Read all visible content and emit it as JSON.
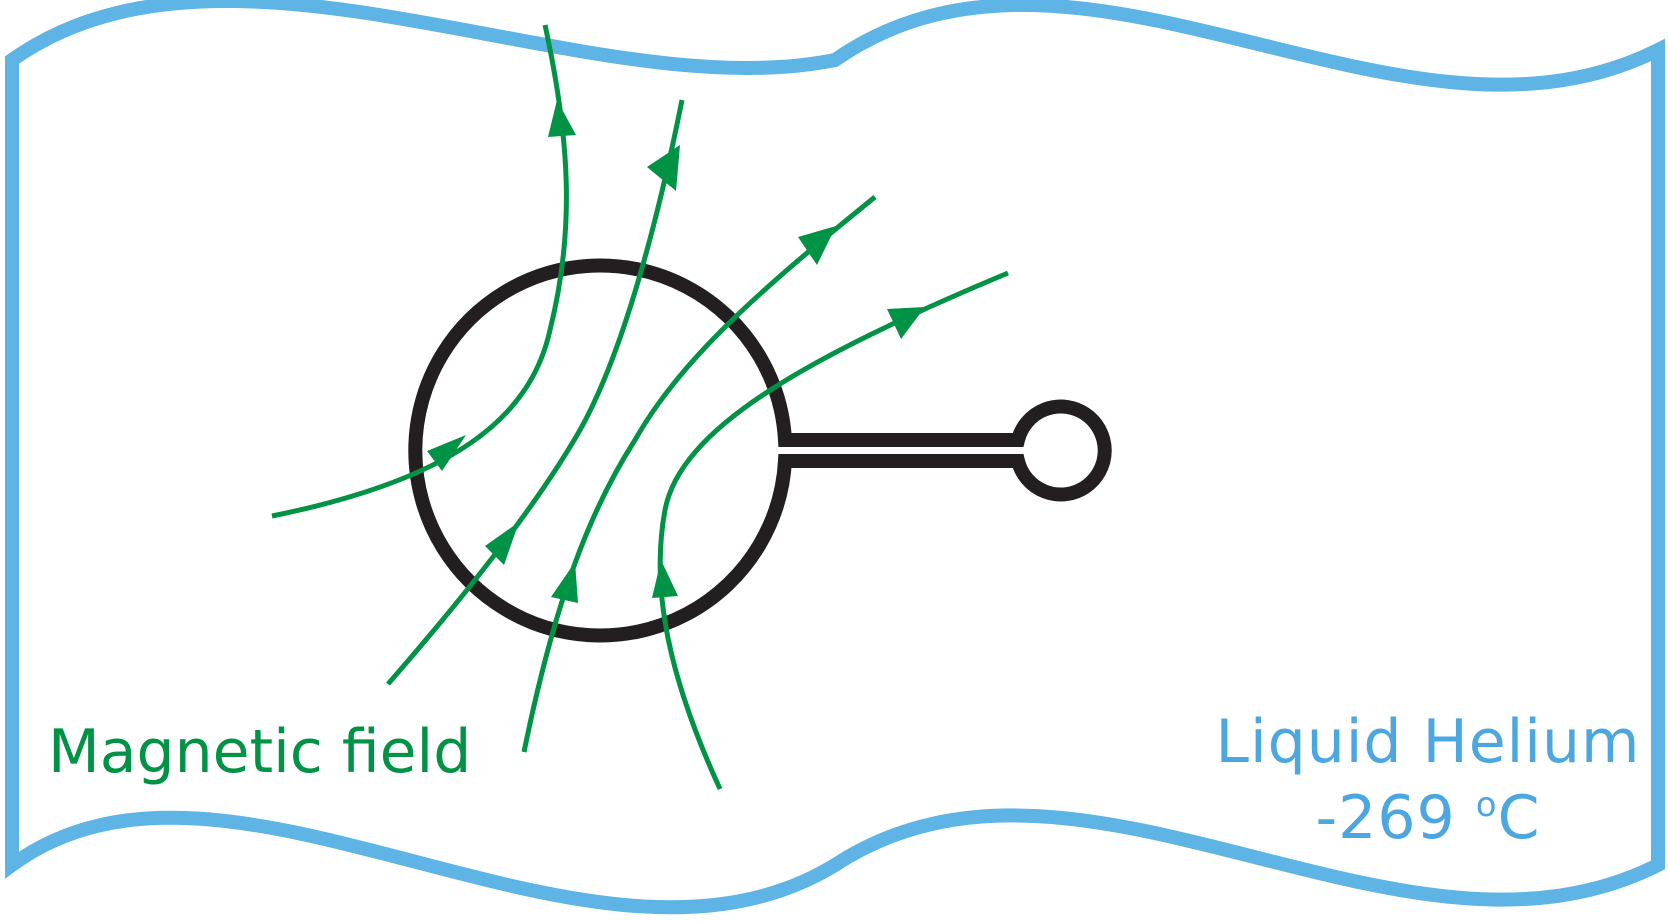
{
  "colors": {
    "container": "#5eb4e5",
    "field": "#009245",
    "squid": "#231f20",
    "helium_text": "#4ca6e0",
    "background": "#ffffff"
  },
  "labels": {
    "magnetic_field": "Magnetic field",
    "helium_name": "Liquid Helium",
    "helium_temp_value": "-269 ",
    "helium_temp_degree": "o",
    "helium_temp_unit": "C"
  }
}
